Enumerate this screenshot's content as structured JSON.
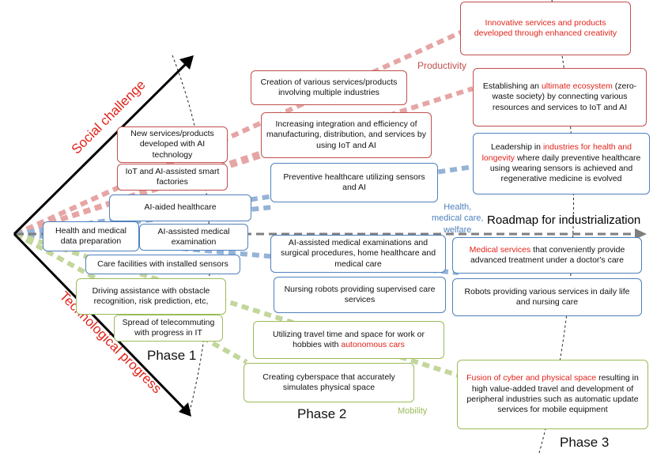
{
  "axes": {
    "social_challenge": "Social challenge",
    "technological_progress": "Technological progress",
    "roadmap": "Roadmap for industrialization"
  },
  "phases": {
    "p1": "Phase 1",
    "p2": "Phase 2",
    "p3": "Phase 3"
  },
  "categories": {
    "productivity": "Productivity",
    "health_l1": "Health,",
    "health_l2": "medical care,",
    "health_l3": "welfare",
    "mobility": "Mobility"
  },
  "phase1": {
    "new_services": "New services/products developed with AI technology",
    "smart_factories": "IoT and AI-assisted smart factories",
    "ai_healthcare": "AI-aided healthcare",
    "health_data": "Health and medical data preparation",
    "ai_exam": "AI-assisted medical examination",
    "care_facilities": "Care facilities with installed sensors",
    "driving": "Driving assistance with obstacle recognition, risk prediction, etc,",
    "telecommuting": "Spread of telecommuting with progress in IT"
  },
  "phase2": {
    "creation": "Creation of various services/products involving multiple industries",
    "integration": "Increasing integration and efficiency of manufacturing, distribution, and services by using IoT and AI",
    "preventive": "Preventive healthcare utilizing sensors and AI",
    "exam_surgical": "AI-assisted medical examinations and surgical procedures, home healthcare and medical care",
    "nursing": "Nursing robots providing supervised care services",
    "travel_pre": "Utilizing travel time and space for work or hobbies with ",
    "travel_hl": "autonomous cars",
    "cyberspace": "Creating cyberspace that accurately simulates physical space"
  },
  "phase3": {
    "innovative": "Innovative services and products developed through enhanced creativity",
    "eco_pre": "Establishing an ",
    "eco_hl": "ultimate ecosystem",
    "eco_post": " (zero-waste society) by connecting various resources and services to IoT and AI",
    "lead_pre": "Leadership in ",
    "lead_hl": "industries for health and longevity",
    "lead_post": " where daily preventive healthcare using wearing sensors is achieved and regenerative medicine is evolved",
    "med_hl": "Medical services",
    "med_post": " that conveniently provide advanced treatment under a doctor's care",
    "robots": "Robots providing various services in daily life and nursing care",
    "fusion_hl": "Fusion of cyber and physical space",
    "fusion_post": " resulting in high value-added travel and development of peripheral industries such as automatic update services for mobile equipment"
  },
  "colors": {
    "red": "#c0504d",
    "red_text": "#e2231a",
    "blue": "#4f81bd",
    "green": "#9bbb59",
    "pink_dash": "#e6a5a5",
    "blue_dash": "#95b3d7",
    "green_dash": "#c3d69b"
  }
}
